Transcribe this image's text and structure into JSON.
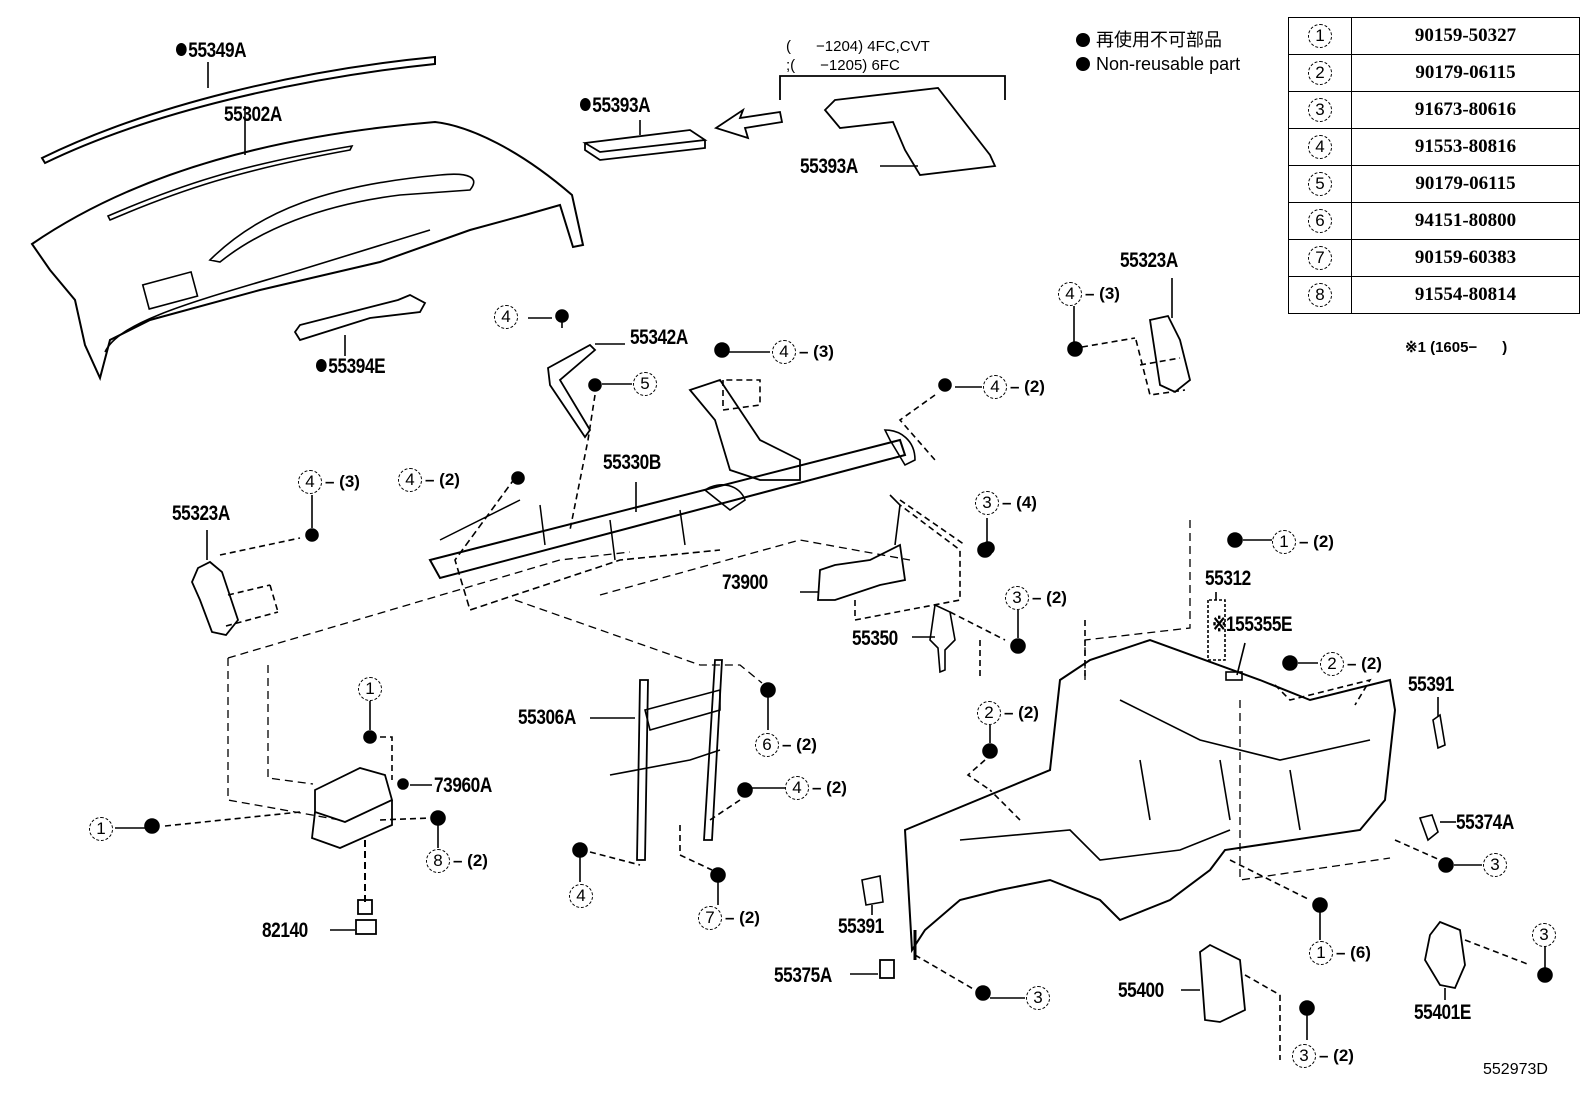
{
  "legend": {
    "jp": "再使用不可部品",
    "en": "Non-reusable part"
  },
  "variant_note": {
    "line1": "(      −1204) 4FC,CVT",
    "line2": ";(      −1205) 6FC"
  },
  "parts_table": [
    {
      "ref": "1",
      "part_no": "90159-50327"
    },
    {
      "ref": "2",
      "part_no": "90179-06115"
    },
    {
      "ref": "3",
      "part_no": "91673-80616"
    },
    {
      "ref": "4",
      "part_no": "91553-80816"
    },
    {
      "ref": "5",
      "part_no": "90179-06115"
    },
    {
      "ref": "6",
      "part_no": "94151-80800"
    },
    {
      "ref": "7",
      "part_no": "90159-60383"
    },
    {
      "ref": "8",
      "part_no": "91554-80814"
    }
  ],
  "footnote": "※1 (1605−      )",
  "figure_number": "552973D",
  "part_labels": {
    "p55349A": {
      "text": "55349A",
      "non_reusable": true
    },
    "p55302A": {
      "text": "55302A",
      "non_reusable": false
    },
    "p55393A_left": {
      "text": "55393A",
      "non_reusable": true
    },
    "p55393A_right": {
      "text": "55393A",
      "non_reusable": false
    },
    "p55394E": {
      "text": "55394E",
      "non_reusable": true
    },
    "p55342A": {
      "text": "55342A"
    },
    "p55330B": {
      "text": "55330B"
    },
    "p55323A_left": {
      "text": "55323A"
    },
    "p55323A_right": {
      "text": "55323A"
    },
    "p73900": {
      "text": "73900"
    },
    "p55350": {
      "text": "55350"
    },
    "p55312": {
      "text": "55312"
    },
    "p55355E": {
      "text": "※155355E"
    },
    "p55391_right": {
      "text": "55391"
    },
    "p55391_left": {
      "text": "55391"
    },
    "p55374A": {
      "text": "55374A"
    },
    "p55306A": {
      "text": "55306A"
    },
    "p73960A": {
      "text": "73960A"
    },
    "p82140": {
      "text": "82140"
    },
    "p55375A": {
      "text": "55375A"
    },
    "p55400": {
      "text": "55400"
    },
    "p55401E": {
      "text": "55401E"
    }
  },
  "callouts": [
    {
      "ref": "4",
      "qty": ""
    },
    {
      "ref": "5",
      "qty": ""
    },
    {
      "ref": "4",
      "qty": "(3)"
    },
    {
      "ref": "4",
      "qty": "(2)"
    },
    {
      "ref": "4",
      "qty": "(3)"
    },
    {
      "ref": "4",
      "qty": "(3)"
    },
    {
      "ref": "4",
      "qty": "(2)"
    },
    {
      "ref": "3",
      "qty": "(4)"
    },
    {
      "ref": "3",
      "qty": "(2)"
    },
    {
      "ref": "1",
      "qty": "(2)"
    },
    {
      "ref": "2",
      "qty": "(2)"
    },
    {
      "ref": "2",
      "qty": "(2)"
    },
    {
      "ref": "1",
      "qty": ""
    },
    {
      "ref": "1",
      "qty": ""
    },
    {
      "ref": "8",
      "qty": "(2)"
    },
    {
      "ref": "6",
      "qty": "(2)"
    },
    {
      "ref": "4",
      "qty": "(2)"
    },
    {
      "ref": "4",
      "qty": ""
    },
    {
      "ref": "7",
      "qty": "(2)"
    },
    {
      "ref": "3",
      "qty": ""
    },
    {
      "ref": "1",
      "qty": "(6)"
    },
    {
      "ref": "3",
      "qty": ""
    },
    {
      "ref": "3",
      "qty": ""
    },
    {
      "ref": "3",
      "qty": "(2)"
    }
  ]
}
